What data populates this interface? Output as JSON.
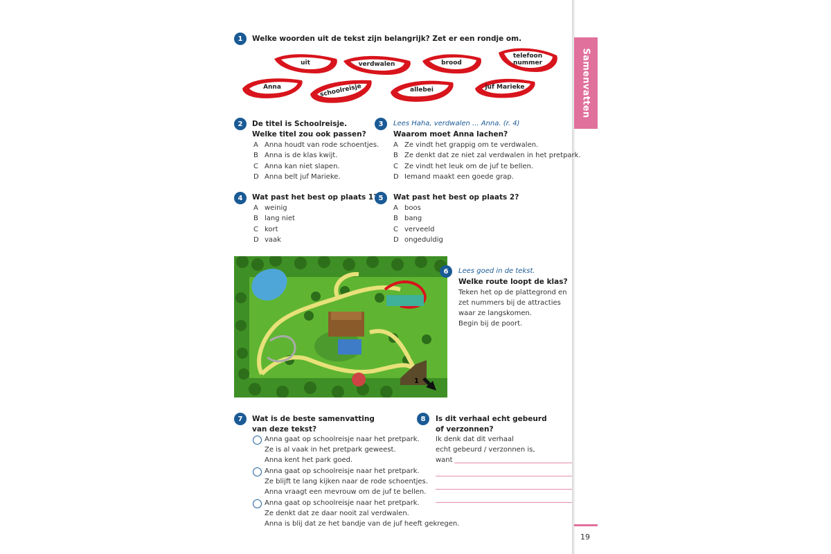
{
  "tab_label": "Samenvatten",
  "page_number": "19",
  "q1": {
    "number": "1",
    "text": "Welke woorden uit de tekst zijn belangrijk? Zet er een rondje om.",
    "words": [
      "uit",
      "verdwalen",
      "brood",
      "telefoon nummer",
      "Anna",
      "schoolreisje",
      "allebei",
      "juf Marieke"
    ]
  },
  "q2": {
    "number": "2",
    "line1": "De titel is Schoolreisje.",
    "line2": "Welke titel zou ook passen?",
    "options": [
      {
        "letter": "A",
        "text": "Anna houdt van rode schoentjes."
      },
      {
        "letter": "B",
        "text": "Anna is de klas kwijt."
      },
      {
        "letter": "C",
        "text": "Anna kan niet slapen."
      },
      {
        "letter": "D",
        "text": "Anna belt juf Marieke."
      }
    ]
  },
  "q3": {
    "number": "3",
    "instruction": "Lees Haha, verdwalen ... Anna. (r. 4)",
    "question": "Waarom moet Anna lachen?",
    "options": [
      {
        "letter": "A",
        "text": "Ze vindt het grappig om te verdwalen."
      },
      {
        "letter": "B",
        "text": "Ze denkt dat ze niet zal verdwalen in het pretpark."
      },
      {
        "letter": "C",
        "text": "Ze vindt het leuk om de juf te bellen."
      },
      {
        "letter": "D",
        "text": "Iemand maakt een goede grap."
      }
    ]
  },
  "q4": {
    "number": "4",
    "question": "Wat past het best op plaats 1?",
    "options": [
      {
        "letter": "A",
        "text": "weinig"
      },
      {
        "letter": "B",
        "text": "lang niet"
      },
      {
        "letter": "C",
        "text": "kort"
      },
      {
        "letter": "D",
        "text": "vaak"
      }
    ]
  },
  "q5": {
    "number": "5",
    "question": "Wat past het best op plaats 2?",
    "options": [
      {
        "letter": "A",
        "text": "boos"
      },
      {
        "letter": "B",
        "text": "bang"
      },
      {
        "letter": "C",
        "text": "verveeld"
      },
      {
        "letter": "D",
        "text": "ongeduldig"
      }
    ]
  },
  "q6": {
    "number": "6",
    "instruction": "Lees goed in de tekst.",
    "question": "Welke route loopt de klas?",
    "lines": [
      "Teken het op de plattegrond en",
      "zet nummers bij de attracties",
      "waar ze langskomen.",
      "Begin bij de poort."
    ],
    "map_marker": "1"
  },
  "q7": {
    "number": "7",
    "line1": "Wat is de beste samenvatting",
    "line2": "van deze tekst?",
    "options": [
      [
        "Anna gaat op schoolreisje naar het pretpark.",
        "Ze is al vaak in het pretpark geweest.",
        "Anna kent het park goed."
      ],
      [
        "Anna gaat op schoolreisje naar het pretpark.",
        "Ze blijft te lang kijken naar de rode schoentjes.",
        "Anna vraagt een mevrouw om de juf te bellen."
      ],
      [
        "Anna gaat op schoolreisje naar het pretpark.",
        "Ze denkt dat ze daar nooit zal verdwalen.",
        "Anna is blij dat ze het bandje van de juf heeft gekregen."
      ]
    ]
  },
  "q8": {
    "number": "8",
    "line1": "Is dit verhaal echt gebeurd",
    "line2": "of verzonnen?",
    "text1": "Ik denk dat dit verhaal",
    "text2": "echt gebeurd  /  verzonnen  is,",
    "text3": "want"
  },
  "colors": {
    "accent_blue": "#1a5a95",
    "tab_pink": "#e0709c",
    "shoe_red": "#d8141c",
    "grass": "#5fb531"
  }
}
